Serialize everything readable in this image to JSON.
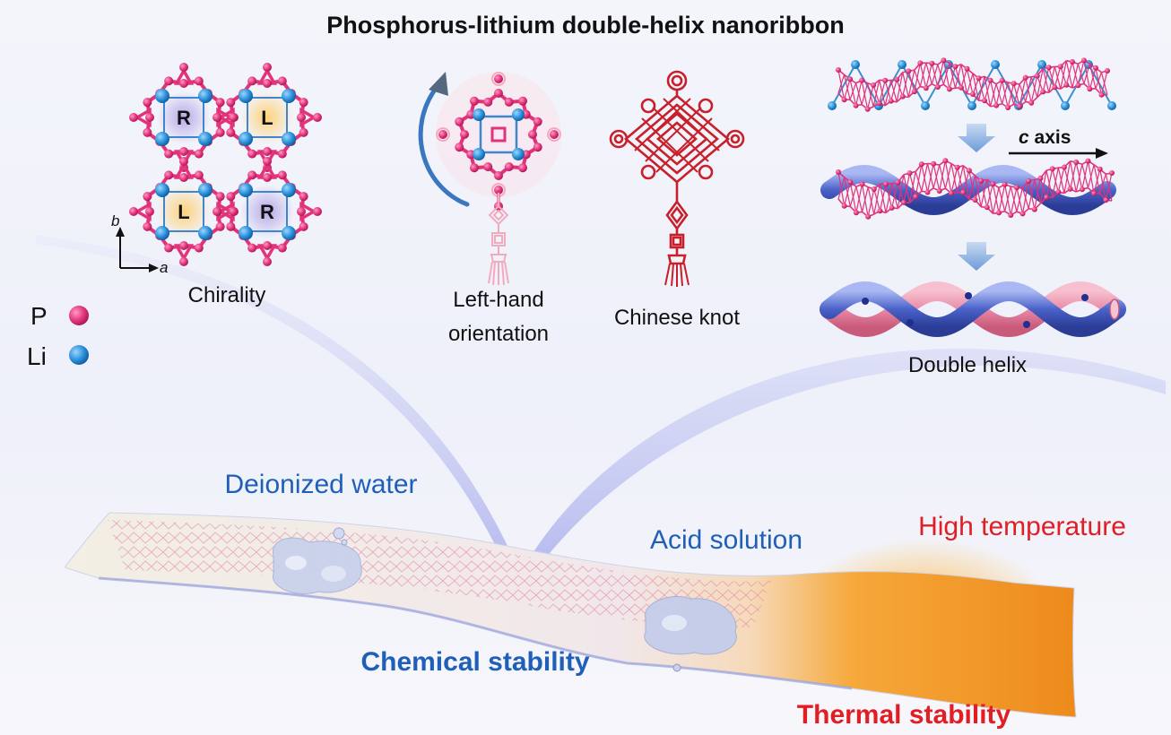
{
  "title": "Phosphorus-lithium double-helix nanoribbon",
  "legend": {
    "p_label": "P",
    "li_label": "Li",
    "p_color": "#e2337a",
    "li_color": "#2a8fd8"
  },
  "chirality": {
    "cells": [
      "R",
      "L",
      "L",
      "R"
    ],
    "axis_b": "b",
    "axis_a": "a",
    "caption": "Chirality"
  },
  "orientation": {
    "caption_line1": "Left-hand",
    "caption_line2": "orientation"
  },
  "knot": {
    "caption": "Chinese knot",
    "color": "#c8202a"
  },
  "helix": {
    "axis_label_italic": "c",
    "axis_label_rest": " axis",
    "caption": "Double helix",
    "pink_color": "#e98aa6",
    "blue_color": "#4a62c8"
  },
  "conditions": {
    "deionized_water": "Deionized water",
    "acid_solution": "Acid solution",
    "high_temperature": "High temperature",
    "chemical_stability": "Chemical stability",
    "thermal_stability": "Thermal stability",
    "blue_text_color": "#1f5fb8",
    "red_text_color": "#e01e24"
  }
}
